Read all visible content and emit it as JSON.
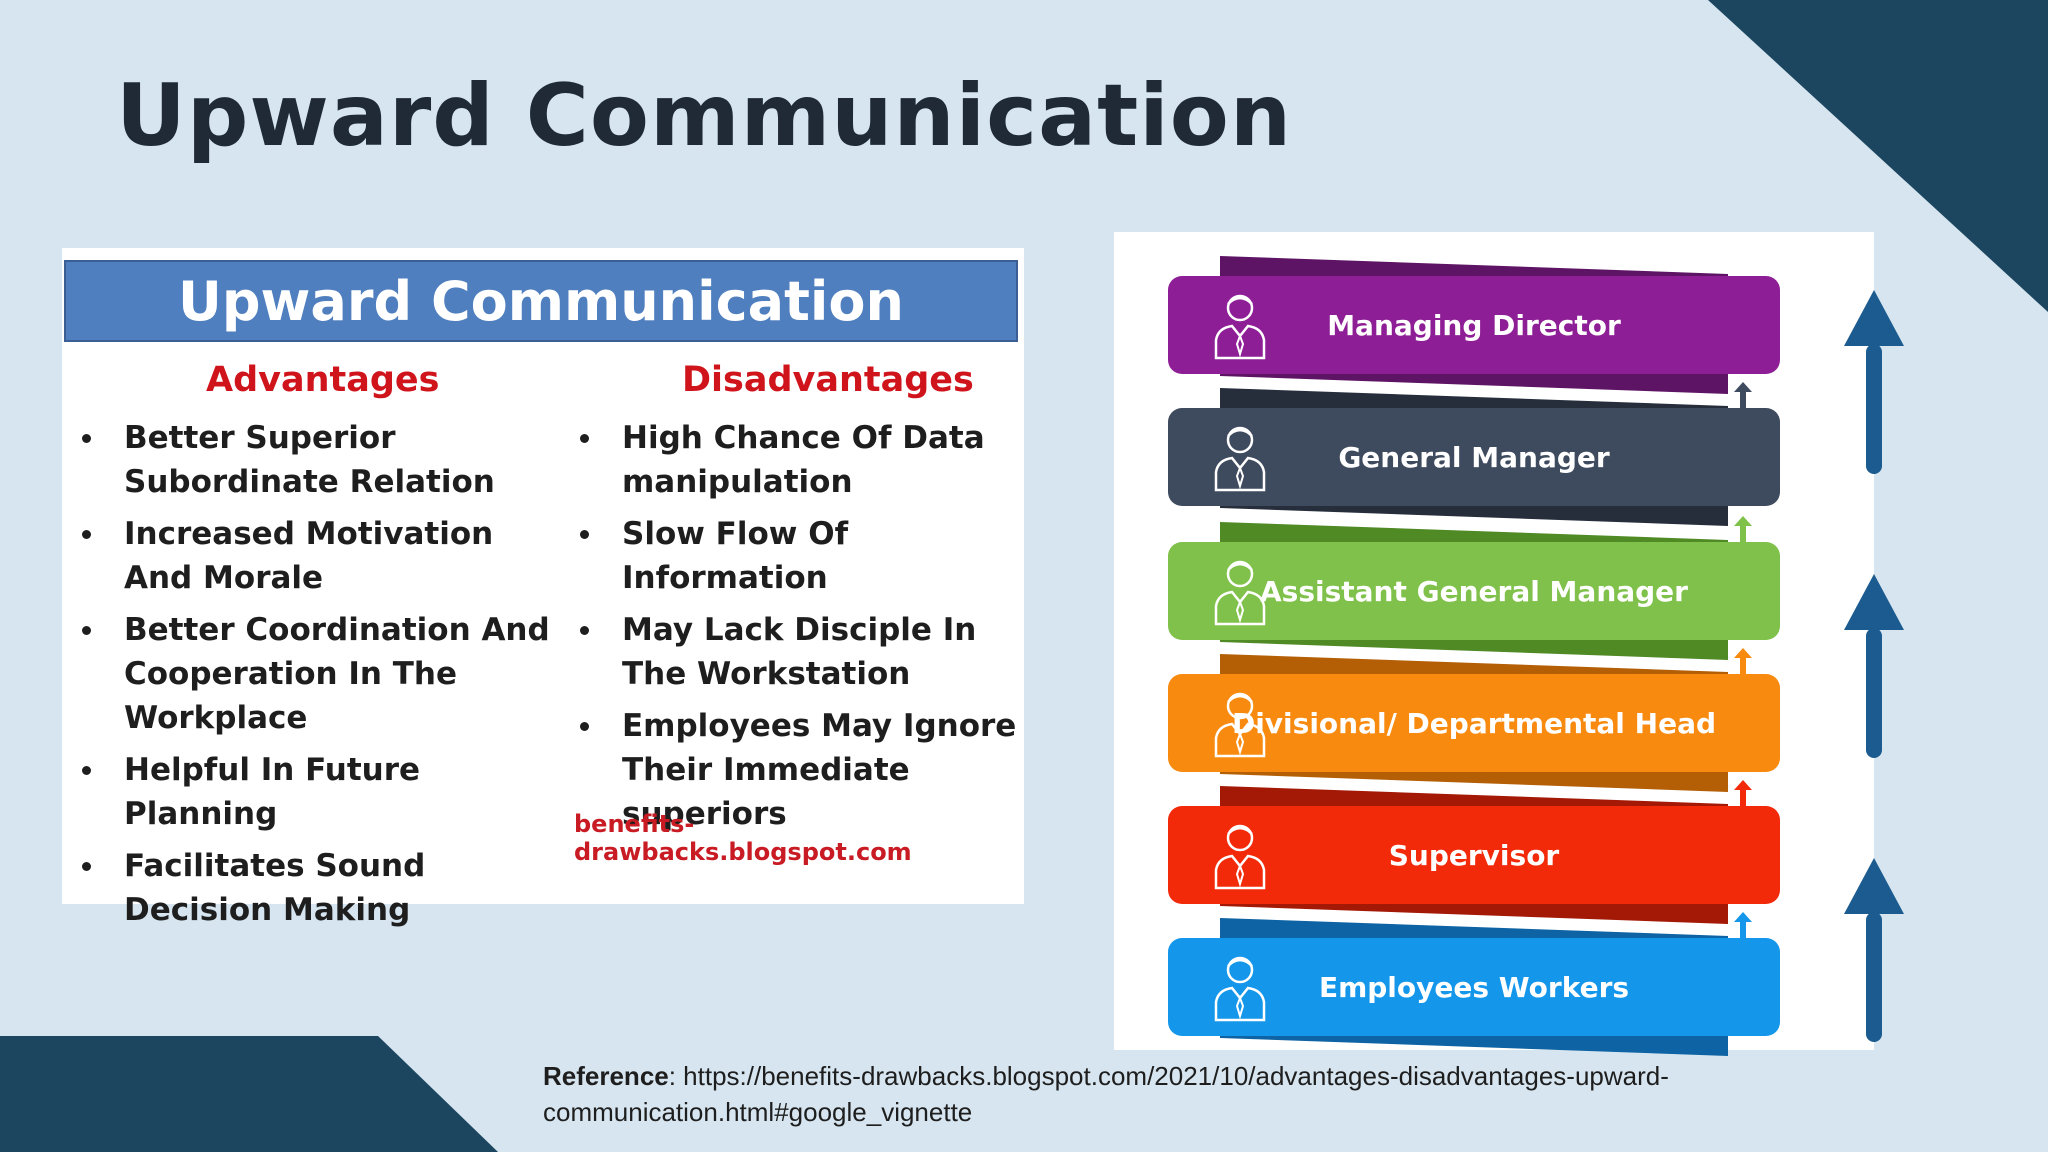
{
  "slide": {
    "title": "Upward Communication",
    "colors": {
      "background": "#d6e5ef",
      "corner_navy": "#1c4660"
    }
  },
  "infographic": {
    "header": "Upward Communication",
    "advantages_title": "Advantages",
    "advantages": [
      "Better Superior Subordinate Relation",
      "Increased Motivation And Morale",
      "Better Coordination And Cooperation In The Workplace",
      "Helpful In Future Planning",
      "Facilitates Sound Decision Making"
    ],
    "disadvantages_title": "Disadvantages",
    "disadvantages": [
      "High Chance Of Data manipulation",
      "Slow Flow Of Information",
      "May Lack Disciple In The Workstation",
      "Employees May Ignore Their Immediate superiors"
    ],
    "source": "benefits-drawbacks.blogspot.com"
  },
  "hierarchy": {
    "levels": [
      {
        "label": "Managing Director",
        "color": "#8e1e96",
        "shade": "#5e1464",
        "icon": "person-icon"
      },
      {
        "label": "General Manager",
        "color": "#3e4a5e",
        "shade": "#262e3c",
        "icon": "person-icon"
      },
      {
        "label": "Assistant General Manager",
        "color": "#7fc14a",
        "shade": "#4f8a25",
        "icon": "person-icon"
      },
      {
        "label": "Divisional/ Departmental Head",
        "color": "#f78a0f",
        "shade": "#b45f06",
        "icon": "person-icon"
      },
      {
        "label": "Supervisor",
        "color": "#f22a0a",
        "shade": "#a41806",
        "icon": "person-icon"
      },
      {
        "label": "Employees Workers",
        "color": "#1496ea",
        "shade": "#0d63a3",
        "icon": "person-icon"
      }
    ],
    "arrow_color": "#1b5b8f"
  },
  "reference": {
    "label": "Reference",
    "text": ": https://benefits-drawbacks.blogspot.com/2021/10/advantages-disadvantages-upward-communication.html#google_vignette"
  }
}
